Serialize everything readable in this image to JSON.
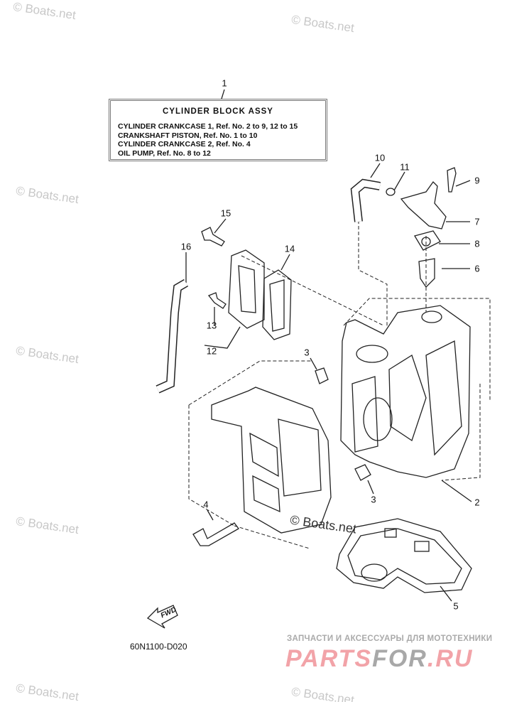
{
  "assembly": {
    "title": "CYLINDER BLOCK ASSY",
    "lines": [
      "CYLINDER CRANKCASE 1,  Ref. No. 2 to 9,  12 to 15",
      "CRANKSHAFT PISTON,  Ref. No. 1 to 10",
      "CYLINDER CRANKCASE 2,  Ref. No. 4",
      "OIL PUMP,  Ref. No. 8 to 12"
    ]
  },
  "callouts": [
    "1",
    "2",
    "3",
    "3",
    "4",
    "5",
    "6",
    "7",
    "8",
    "9",
    "10",
    "11",
    "12",
    "13",
    "14",
    "15",
    "16"
  ],
  "diagram_code": "60N1100-D020",
  "fwd_label": "FWD",
  "watermark": "© Boats.net",
  "shop": {
    "subtitle": "ЗАПЧАСТИ И АКСЕССУАРЫ ДЛЯ МОТОТЕХНИКИ",
    "logo_a": "PARTS",
    "logo_b": "FOR",
    "logo_c": ".RU"
  }
}
